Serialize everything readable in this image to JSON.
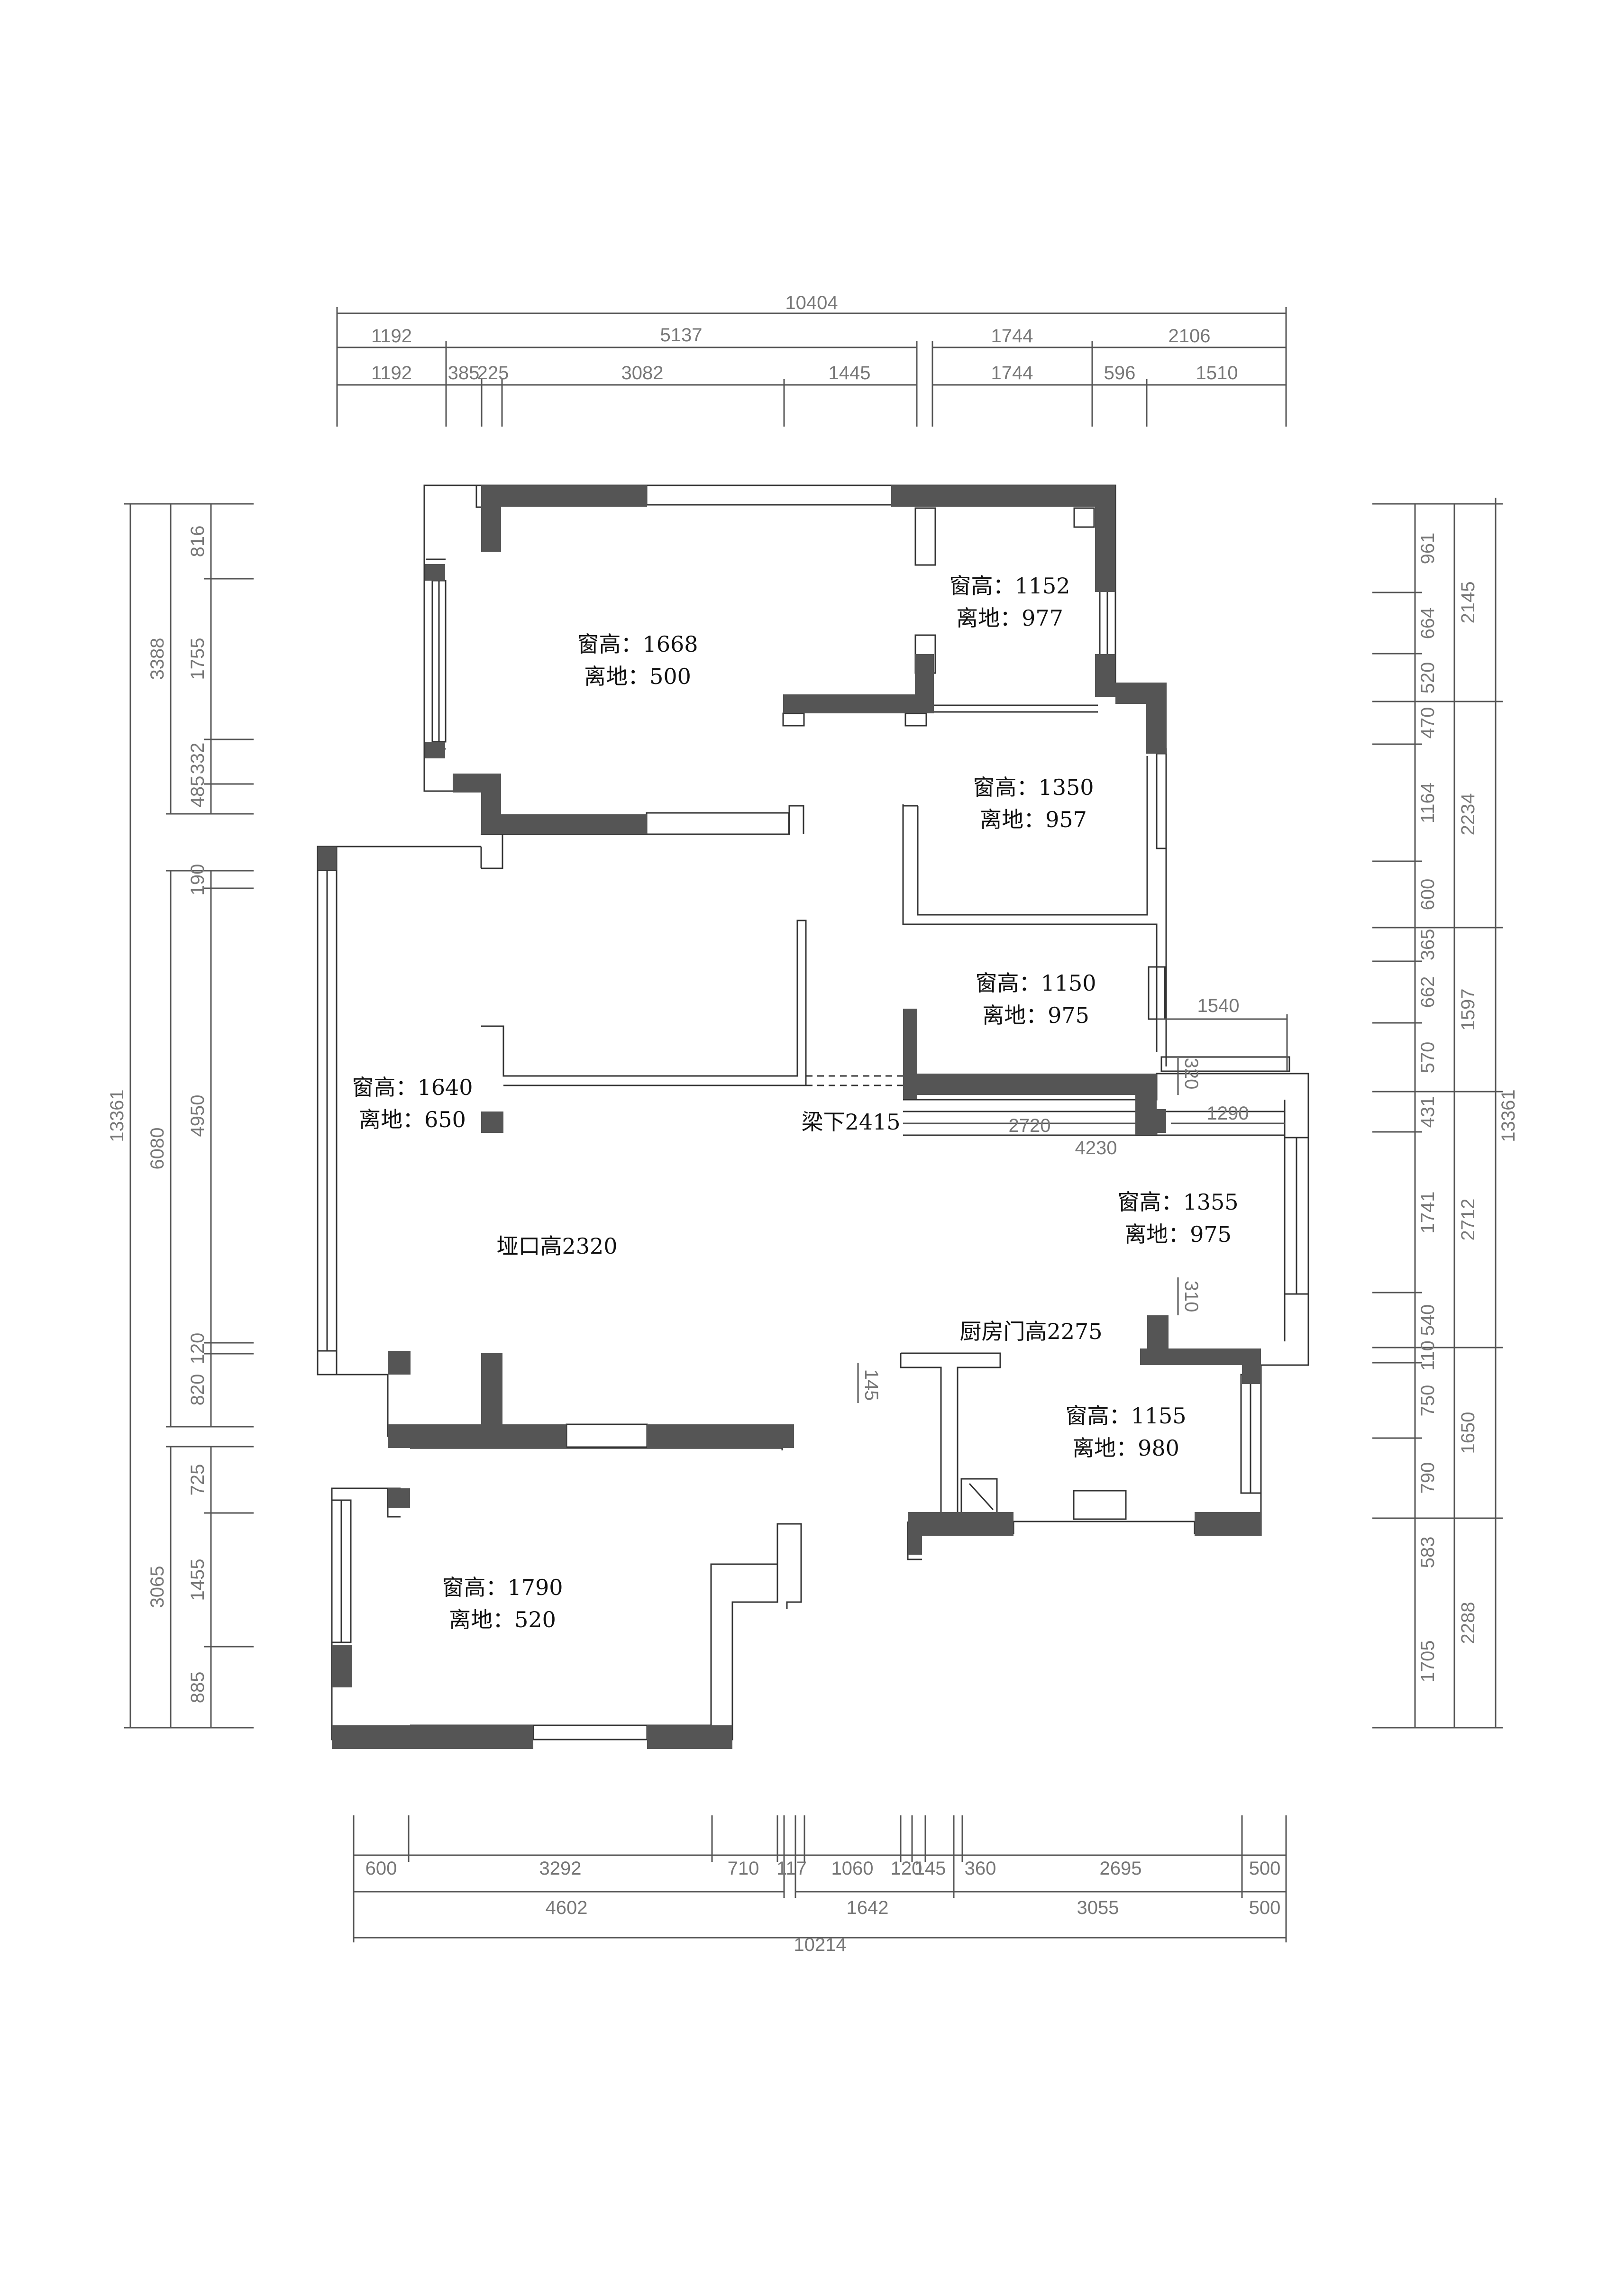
{
  "colors": {
    "wall": "#555555",
    "line": "#555555",
    "dim_text": "#777777",
    "note_text": "#111111",
    "background": "#ffffff"
  },
  "dims_top": {
    "total": "10404",
    "r1": [
      "1192",
      "5137",
      "1744",
      "2106"
    ],
    "r2": [
      "1192",
      "385",
      "225",
      "3082",
      "1445",
      "1744",
      "596",
      "1510"
    ]
  },
  "dims_bottom": {
    "r1": [
      "600",
      "3292",
      "710",
      "117",
      "1060",
      "120",
      "145",
      "360",
      "2695",
      "500"
    ],
    "r2": [
      "4602",
      "1642",
      "3055",
      "500"
    ],
    "total": "10214"
  },
  "dims_left": {
    "total": "13361",
    "mid": [
      "3388",
      "6080",
      "3065"
    ],
    "inner": [
      "816",
      "1755",
      "485",
      "332",
      "190",
      "4950",
      "120",
      "820",
      "725",
      "1455",
      "885"
    ]
  },
  "dims_right": {
    "total": "13361",
    "mid": [
      "2145",
      "2234",
      "1597",
      "2712",
      "1650",
      "2288"
    ],
    "inner": [
      "961",
      "664",
      "520",
      "470",
      "1164",
      "600",
      "365",
      "662",
      "570",
      "431",
      "1741",
      "540",
      "110",
      "750",
      "790",
      "583",
      "1705"
    ]
  },
  "dims_inner": [
    "1540",
    "320",
    "2720",
    "1290",
    "4230",
    "310",
    "145"
  ],
  "annotations": [
    {
      "id": "win1668",
      "line1": "窗高：1668",
      "line2": "离地：500"
    },
    {
      "id": "win1152",
      "line1": "窗高：1152",
      "line2": "离地：977"
    },
    {
      "id": "win1350",
      "line1": "窗高：1350",
      "line2": "离地：957"
    },
    {
      "id": "win1150",
      "line1": "窗高：1150",
      "line2": "离地：975"
    },
    {
      "id": "win1640",
      "line1": "窗高：1640",
      "line2": "离地：650"
    },
    {
      "id": "win1355",
      "line1": "窗高：1355",
      "line2": "离地：975"
    },
    {
      "id": "win1155",
      "line1": "窗高：1155",
      "line2": "离地：980"
    },
    {
      "id": "win1790",
      "line1": "窗高：1790",
      "line2": "离地：520"
    }
  ],
  "labels": {
    "beam": "梁下2415",
    "arch": "垭口高2320",
    "kitchen_door": "厨房门高2275"
  }
}
